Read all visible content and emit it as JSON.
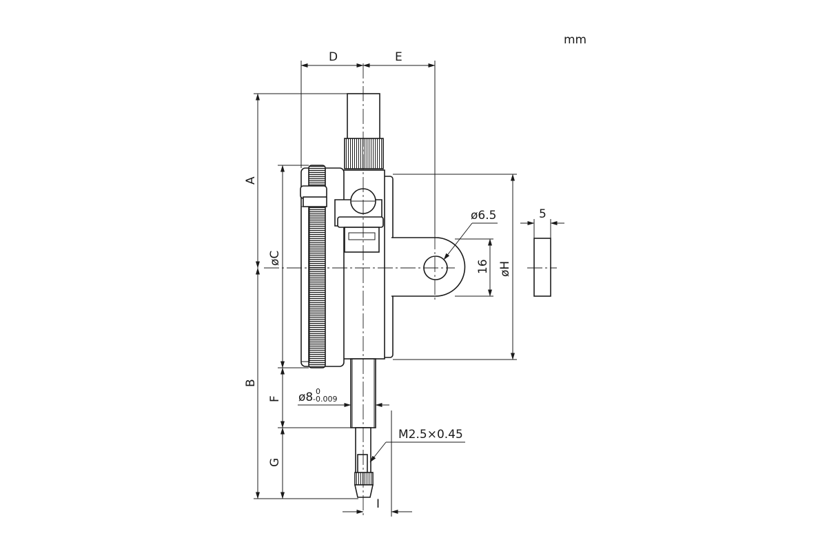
{
  "unit_label": "mm",
  "dimensions": {
    "A": "A",
    "B": "B",
    "C": "øC",
    "D": "D",
    "E": "E",
    "F": "F",
    "G": "G",
    "H": "øH",
    "I": "I"
  },
  "values": {
    "hole_diameter": "ø6.5",
    "lug_thickness": "5",
    "lug_height": "16",
    "stem_diameter": "ø8",
    "stem_tolerance_upper": "0",
    "stem_tolerance_lower": "-0.009",
    "contact_thread": "M2.5×0.45"
  },
  "colors": {
    "line": "#1a1a1a",
    "background": "#ffffff"
  }
}
